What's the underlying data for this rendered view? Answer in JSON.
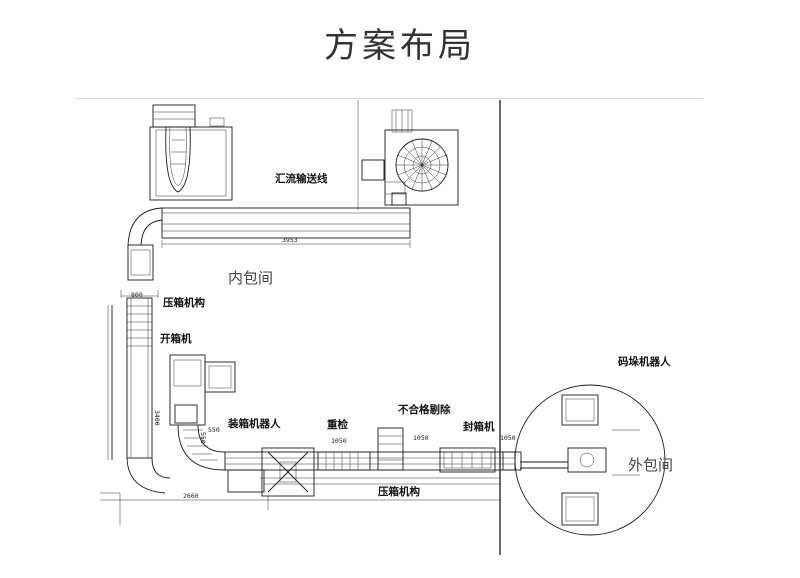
{
  "title": "方案布局",
  "labels": {
    "merge_conveyor": "汇流输送线",
    "inner_room": "内包间",
    "outer_room": "外包间",
    "box_press_top": "压箱机构",
    "case_opener": "开箱机",
    "case_packer_robot": "装箱机器人",
    "check_weigher": "重检",
    "reject": "不合格剔除",
    "case_sealer": "封箱机",
    "box_press_bottom": "压箱机构",
    "palletizer_robot": "码垛机器人"
  },
  "dimensions": {
    "d_3953": "3953",
    "d_800": "800",
    "d_550_a": "550",
    "d_3400": "3400",
    "d_550_b": "550",
    "d_2660": "2660",
    "d_1050_a": "1050",
    "d_1050_b": "1050",
    "d_1050_c": "1050"
  }
}
